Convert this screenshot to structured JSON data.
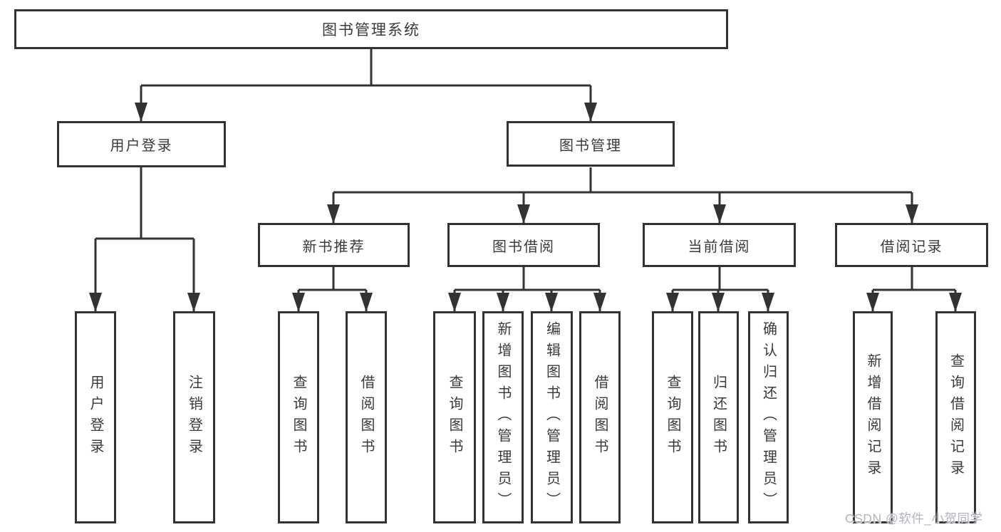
{
  "tree": {
    "label": "图书管理系统",
    "children": [
      {
        "label": "用户登录",
        "children": [
          {
            "label": "用户登录"
          },
          {
            "label": "注销登录"
          }
        ]
      },
      {
        "label": "图书管理",
        "children": [
          {
            "label": "新书推荐",
            "children": [
              {
                "label": "查询图书"
              },
              {
                "label": "借阅图书"
              }
            ]
          },
          {
            "label": "图书借阅",
            "children": [
              {
                "label": "查询图书"
              },
              {
                "label": "新增图书（管理员）"
              },
              {
                "label": "编辑图书（管理员）"
              },
              {
                "label": "借阅图书"
              }
            ]
          },
          {
            "label": "当前借阅",
            "children": [
              {
                "label": "查询图书"
              },
              {
                "label": "归还图书"
              },
              {
                "label": "确认归还（管理员）"
              }
            ]
          },
          {
            "label": "借阅记录",
            "children": [
              {
                "label": "新增借阅记录"
              },
              {
                "label": "查询借阅记录"
              }
            ]
          }
        ]
      }
    ]
  },
  "watermark": {
    "text": "CSDN @软件_小贺同学"
  },
  "colors": {
    "line": "#333333",
    "text": "#3a3a3a",
    "box_background": "#ffffff",
    "page_background": "#ffffff",
    "watermark_text": "#b3b3bc"
  }
}
